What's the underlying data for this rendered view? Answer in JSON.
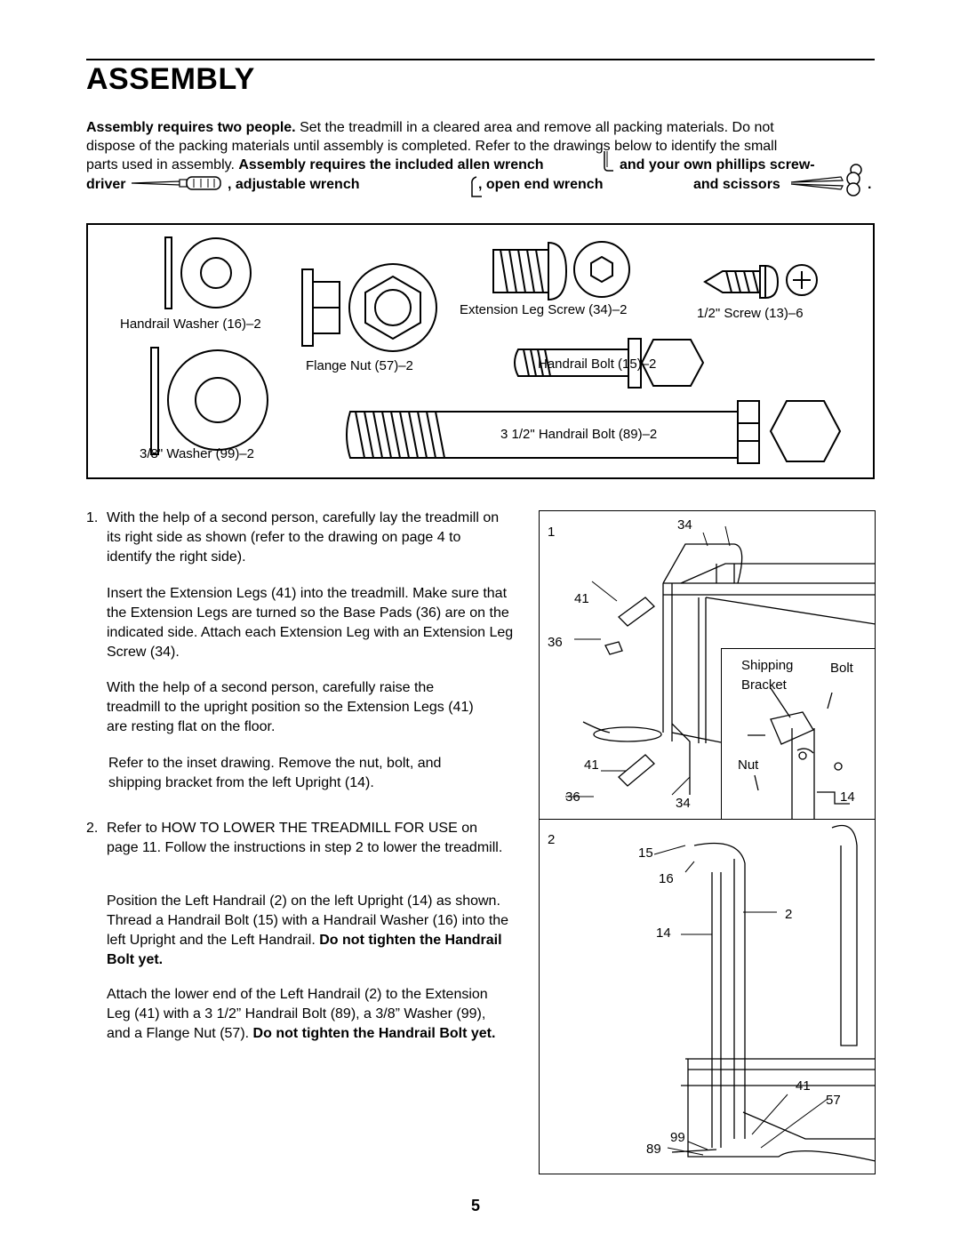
{
  "header": {
    "title": "ASSEMBLY"
  },
  "intro": {
    "lead_bold": "Assembly requires two people.",
    "line1_rest": " Set the treadmill in a cleared area and remove all packing materials. Do not",
    "line2": "dispose of the packing materials until assembly is completed. Refer to the drawings below to identify the small",
    "line3_plain": "parts used in assembly. ",
    "line3_bold": "Assembly requires the included allen wrench",
    "tool_phillips": "and your own phillips screw-",
    "tool_driver": "driver",
    "tool_adjustable": ", adjustable wrench",
    "tool_openend": ", open end wrench",
    "tool_scissors": "and scissors",
    "period": "."
  },
  "parts": {
    "handrail_washer": "Handrail Washer (16)–2",
    "washer_38": "3/8\" Washer (99)–2",
    "flange_nut": "Flange Nut (57)–2",
    "extension_leg_screw": "Extension Leg Screw (34)–2",
    "screw_half": "1/2\" Screw (13)–6",
    "handrail_bolt": "Handrail Bolt (15)–2",
    "handrail_bolt_long": "3 1/2\" Handrail Bolt (89)–2"
  },
  "steps": {
    "s1_num": "1.",
    "s1_p1": "With the help of a second person, carefully lay the treadmill on its right side as shown (refer to the drawing on page 4 to identify the right side).",
    "s1_p2": "Insert the Extension Legs (41) into the treadmill. Make sure that the Extension Legs are turned so the Base Pads (36) are on the indicated side. Attach each Extension Leg with an Extension Leg Screw (34).",
    "s1_p3": "With the help of a second person, carefully raise the treadmill to the upright position so the Extension Legs (41) are resting flat on the floor.",
    "s1_p4": "Refer to the inset drawing. Remove the nut, bolt, and shipping bracket from the left Upright (14).",
    "s2_num": "2.",
    "s2_p1": "Refer to HOW TO LOWER THE TREADMILL FOR USE on page 11. Follow the instructions in step 2 to lower the treadmill.",
    "s2_p2_plain": "Position the Left Handrail (2) on the left Upright (14) as shown. Thread a Handrail Bolt (15) with a Handrail Washer (16) into the left Upright and the Left Handrail. ",
    "s2_p2_bold": "Do not tighten the Handrail Bolt yet.",
    "s2_p3_plain": "Attach the lower end of the Left Handrail (2) to the Extension Leg (41) with a 3 1/2” Handrail Bolt (89), a 3/8” Washer (99), and a Flange Nut (57). ",
    "s2_p3_bold": "Do not tighten the Handrail Bolt yet."
  },
  "fig1": {
    "step": "1",
    "l34": "34",
    "l41": "41",
    "l36": "36",
    "l41b": "41",
    "l36b": "36",
    "l34b": "34",
    "shipping": "Shipping",
    "bracket": "Bracket",
    "bolt": "Bolt",
    "nut": "Nut",
    "l14": "14"
  },
  "fig2": {
    "step": "2",
    "l15": "15",
    "l16": "16",
    "l2": "2",
    "l14": "14",
    "l41": "41",
    "l57": "57",
    "l99": "99",
    "l89": "89"
  },
  "footer": {
    "page_number": "5"
  }
}
